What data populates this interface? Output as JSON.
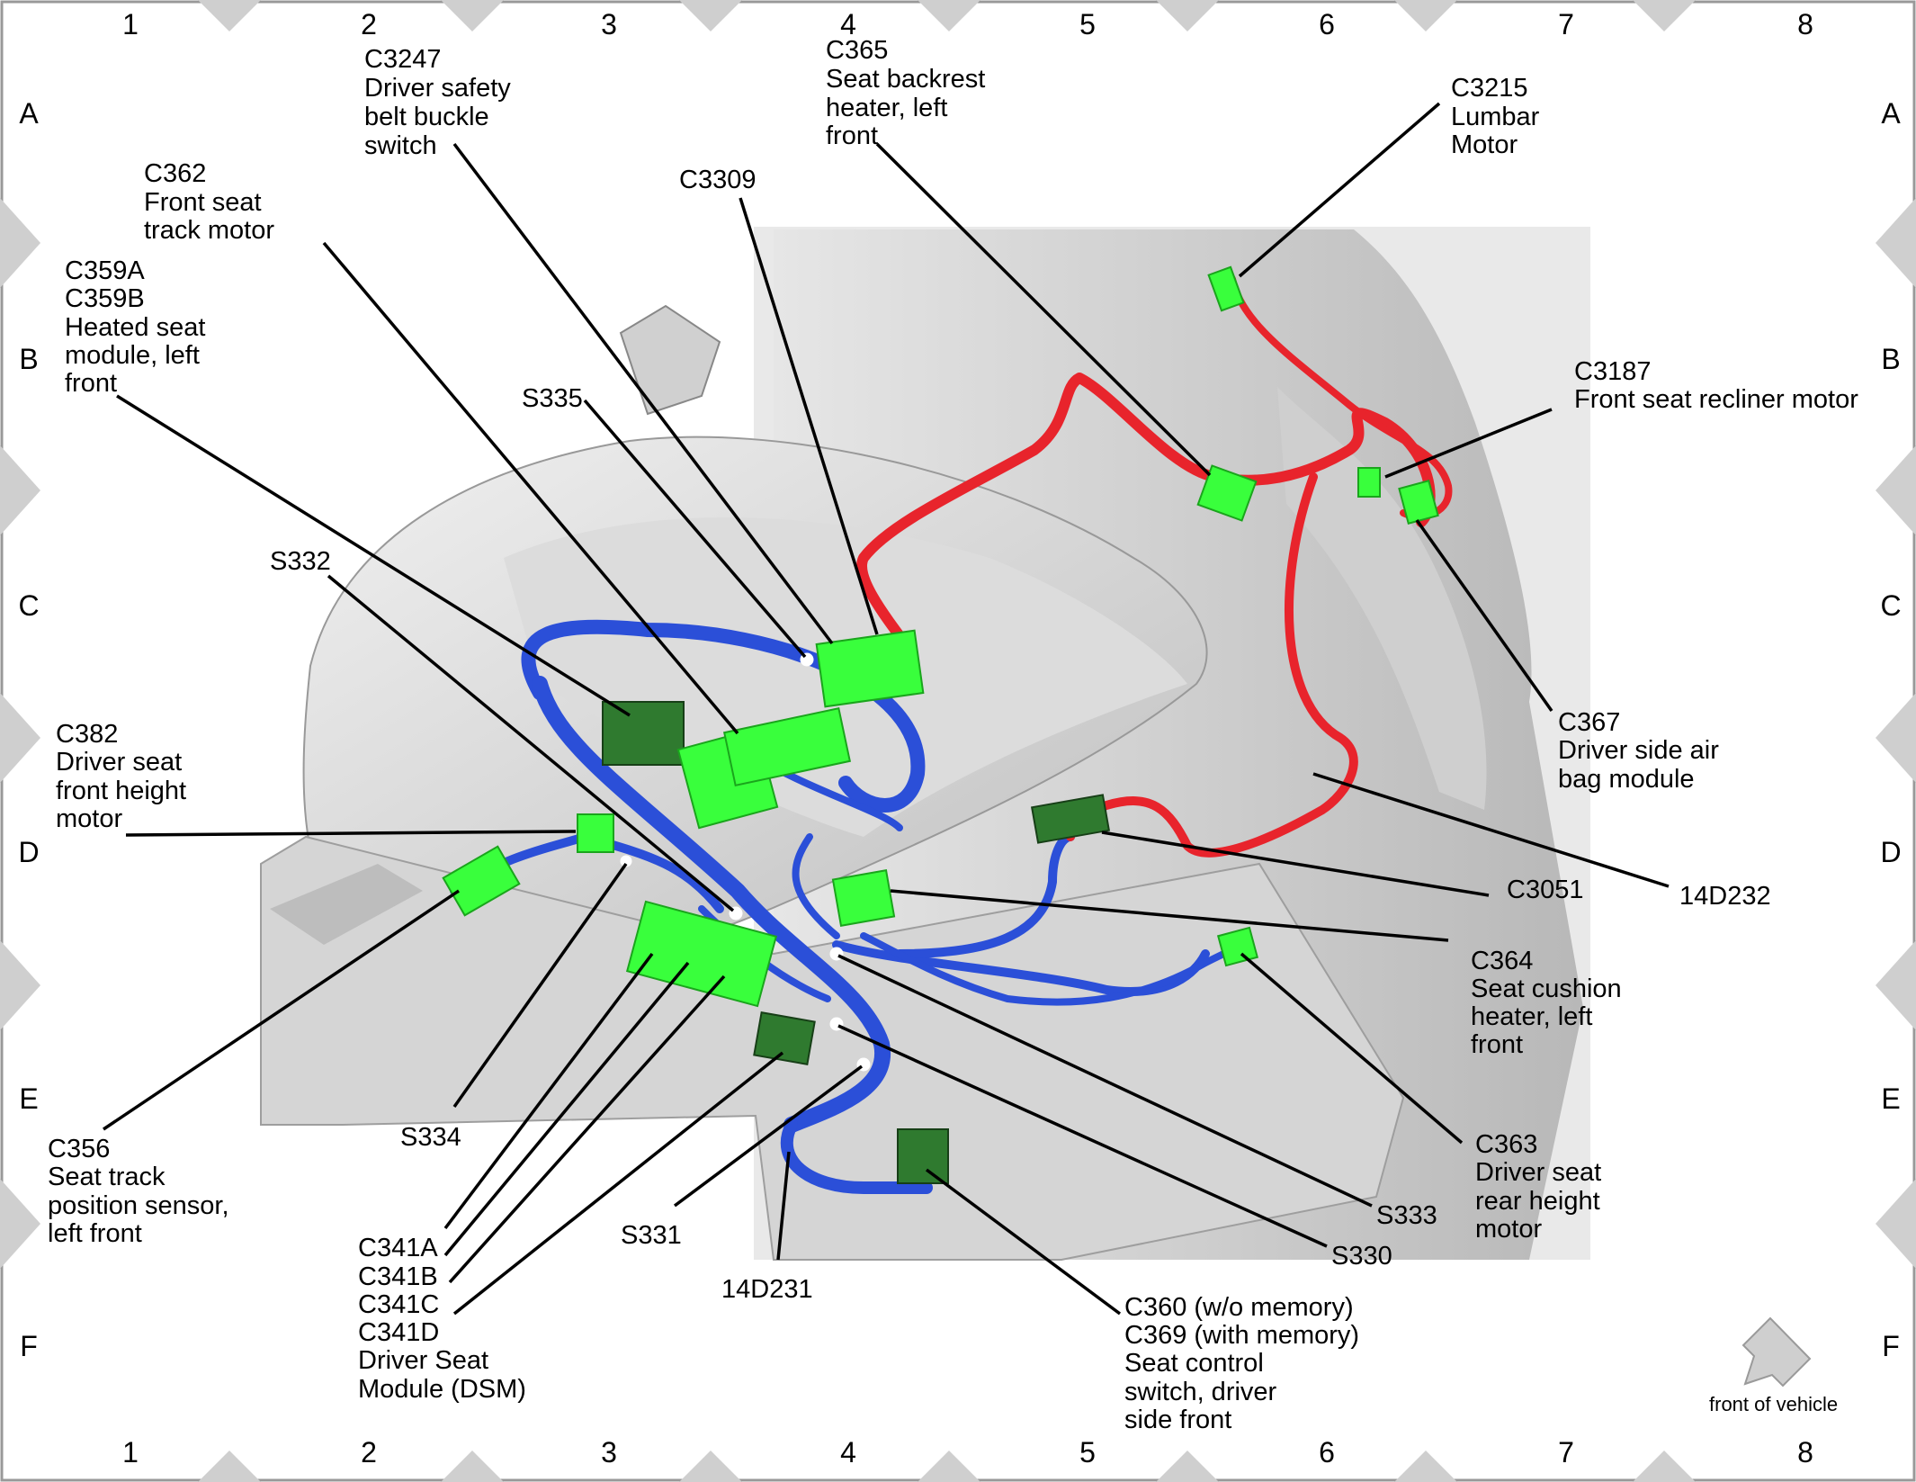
{
  "grid": {
    "columns": [
      "1",
      "2",
      "3",
      "4",
      "5",
      "6",
      "7",
      "8"
    ],
    "rows": [
      "A",
      "B",
      "C",
      "D",
      "E",
      "F"
    ]
  },
  "labels": {
    "c3247": [
      "C3247",
      "Driver safety",
      "belt buckle",
      "switch"
    ],
    "c365": [
      "C365",
      "Seat backrest",
      "heater, left",
      "front"
    ],
    "c3215": [
      "C3215",
      "Lumbar",
      "Motor"
    ],
    "c362": [
      "C362",
      "Front seat",
      "track motor"
    ],
    "c3309": [
      "C3309"
    ],
    "c359": [
      "C359A",
      "C359B",
      "Heated seat",
      "module, left",
      "front"
    ],
    "s335": [
      "S335"
    ],
    "c3187": [
      "C3187",
      "Front seat recliner motor"
    ],
    "s332": [
      "S332"
    ],
    "c367": [
      "C367",
      "Driver side air",
      "bag module"
    ],
    "c382": [
      "C382",
      "Driver seat",
      "front height",
      "motor"
    ],
    "c3051": [
      "C3051"
    ],
    "d14d232": [
      "14D232"
    ],
    "c364": [
      "C364",
      "Seat cushion",
      "heater, left",
      "front"
    ],
    "c356": [
      "C356",
      "Seat track",
      "position sensor,",
      "left front"
    ],
    "s334": [
      "S334"
    ],
    "c363": [
      "C363",
      "Driver seat",
      "rear height",
      "motor"
    ],
    "s333": [
      "S333"
    ],
    "s331": [
      "S331"
    ],
    "c341": [
      "C341A",
      "C341B",
      "C341C",
      "C341D",
      "Driver Seat",
      "Module (DSM)"
    ],
    "s330": [
      "S330"
    ],
    "d14d231": [
      "14D231"
    ],
    "c360": [
      "C360 (w/o memory)",
      "C369 (with memory)",
      "Seat control",
      "switch, driver",
      "side front"
    ]
  },
  "front_of_vehicle": "front of vehicle",
  "colors": {
    "connector": "#39ff3c",
    "connector_dark": "#2f7a2f",
    "harness_14D231": "#2b4fd8",
    "harness_14D232": "#e8242c",
    "border_marker": "#cfcfcf"
  }
}
